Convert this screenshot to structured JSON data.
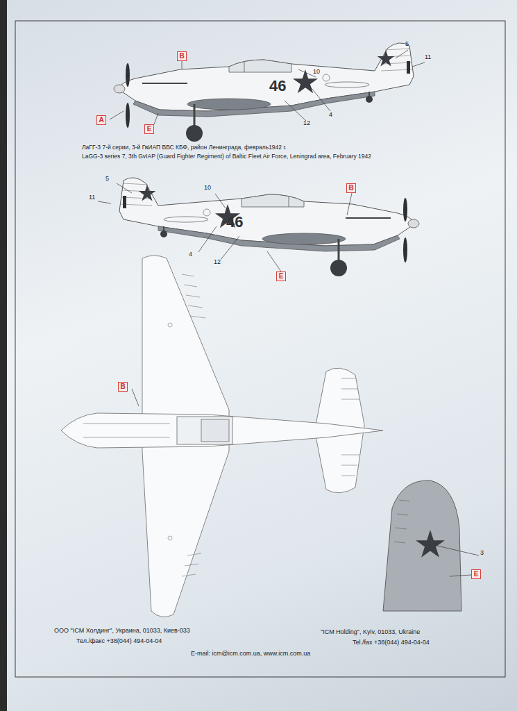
{
  "diagram": {
    "caption": "ЛаГГ-3 7-й серии, 3-й ГвИАП ВВС КБФ, район Ленинграда, февраль1942 г.",
    "nodes": [
      {
        "text": [
          "B"
        ]
      },
      {
        "text": [
          "A"
        ]
      },
      {
        "text": [
          "E"
        ]
      },
      {
        "text": [
          "B"
        ]
      },
      {
        "text": [
          "E"
        ]
      },
      {
        "text": [
          "B"
        ]
      },
      {
        "text": [
          "E"
        ]
      }
    ],
    "labels": [
      "10",
      "5",
      "11",
      "46",
      "4",
      "12",
      "LaGG-3 series 7, 3th GvIAP (Guard Fighter Regiment) of Baltic Fleet Air Force, Leningrad area, February 1942",
      "5",
      "10",
      "11",
      "46",
      "4",
      "12",
      "3",
      "ООО \"ICM Холдинг\", Украина, 01033, Киев-033",
      "Тел./факс +38(044) 494-04-04",
      "\"ICM Holding\", Kyiv, 01033, Ukraine",
      "Tel./fax +38(044) 494-04-04",
      "E-mail: icm@icm.com.ua,  www.icm.com.ua"
    ]
  }
}
